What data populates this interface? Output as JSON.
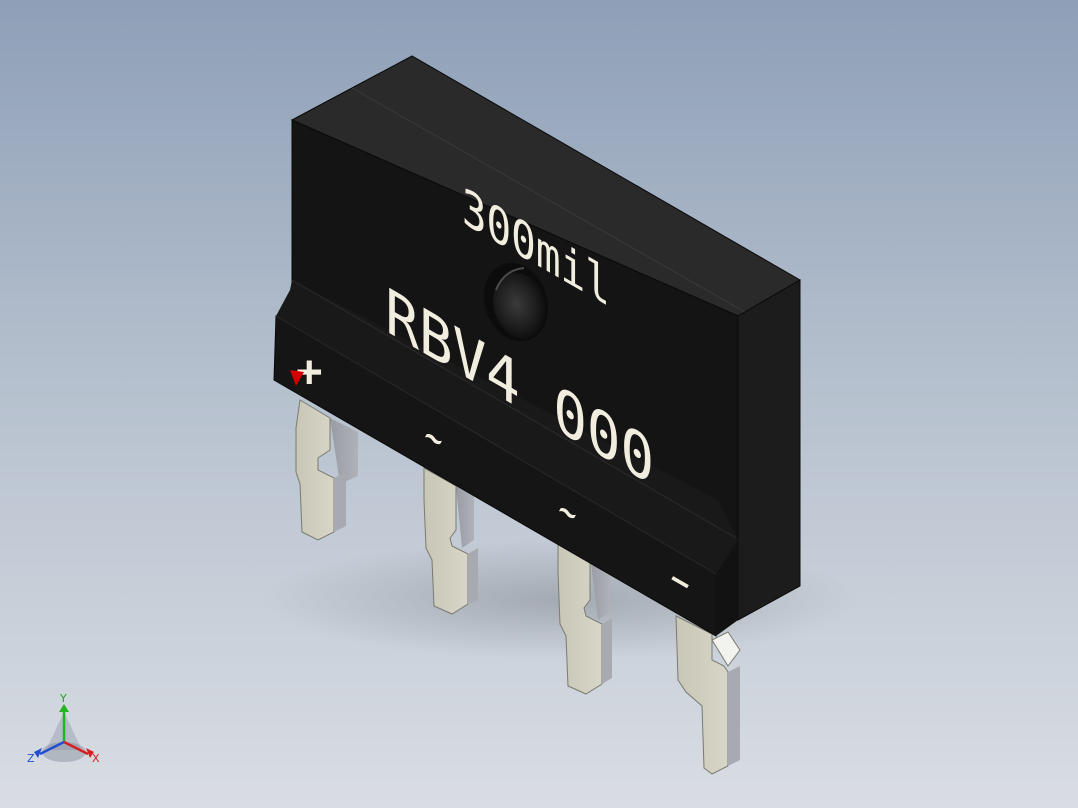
{
  "viewport": {
    "background_top": "#8e9fb7",
    "background_bottom": "#d9dde3"
  },
  "part": {
    "body_color": "#141414",
    "marking_color": "#f1eedf",
    "lead_color": "#cfcdbf",
    "size_label": "300mil",
    "part_number": "RBV4 000",
    "pins": {
      "positive": "+",
      "ac1": "~",
      "ac2": "~",
      "negative": "—"
    },
    "pin1_indicator_color": "#d40000"
  },
  "triad": {
    "x_label": "X",
    "y_label": "Y",
    "z_label": "Z",
    "x_color": "#d42020",
    "y_color": "#22b522",
    "z_color": "#2050d0"
  }
}
